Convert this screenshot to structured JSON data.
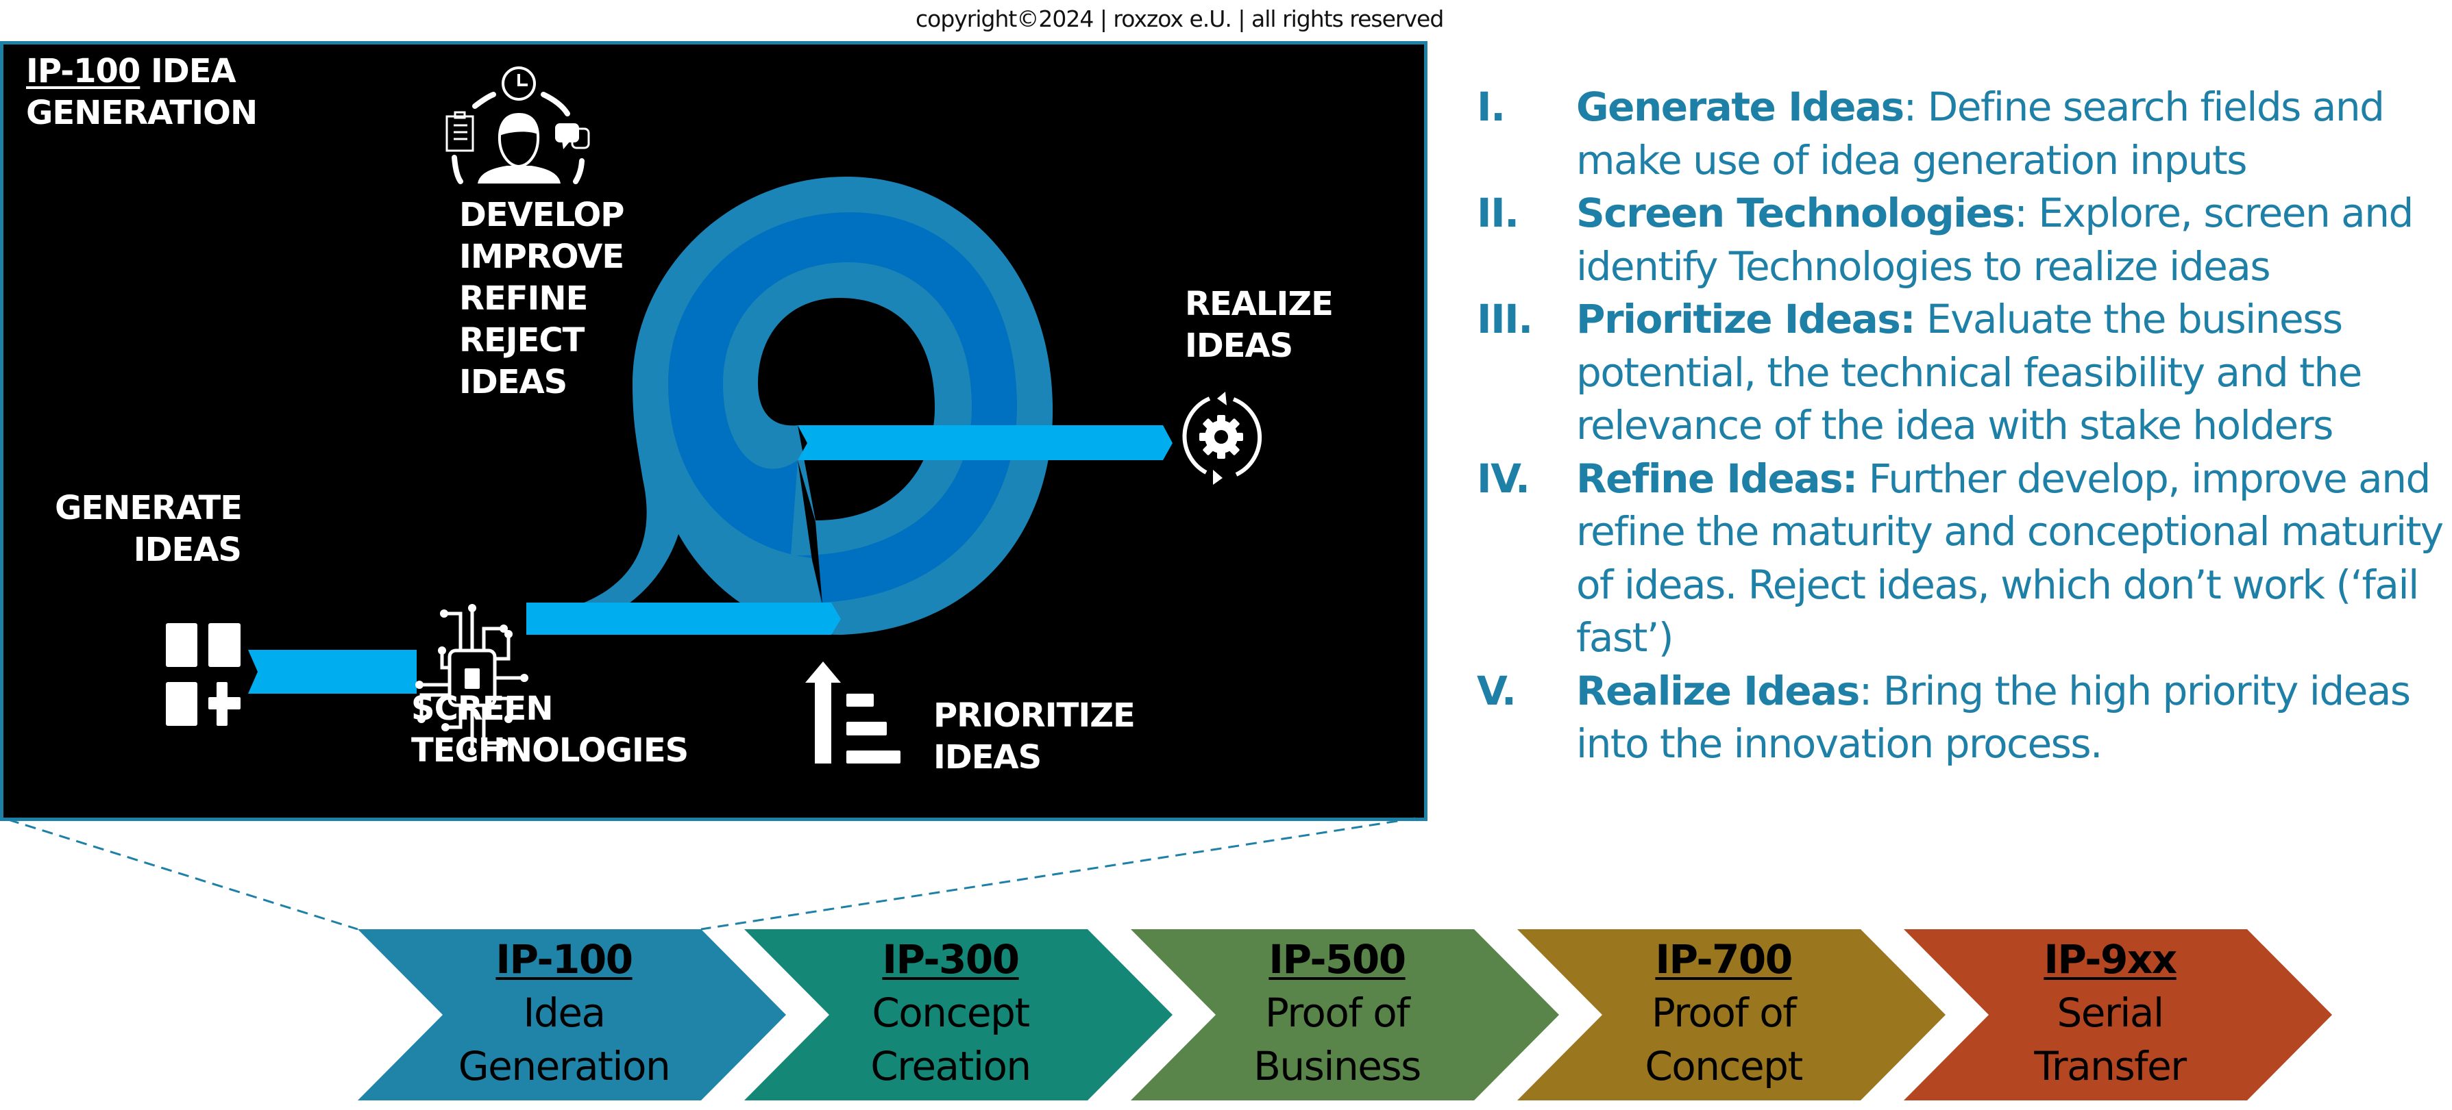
{
  "copyright": "copyright©2024 | roxzox e.U. | all rights reserved",
  "panel": {
    "title_code": "IP-100",
    "title_rest": "IDEA",
    "title_line2": "GENERATION",
    "steps": {
      "develop": [
        "DEVELOP",
        "IMPROVE",
        "REFINE",
        "REJECT",
        "IDEAS"
      ],
      "realize": [
        "REALIZE",
        "IDEAS"
      ],
      "generate": [
        "GENERATE",
        "IDEAS"
      ],
      "screen": [
        "SCREEN",
        "TECHNOLOGIES"
      ],
      "prioritize": [
        "PRIORITIZE",
        "IDEAS"
      ]
    },
    "icons": {
      "develop": "person-cycle-icon",
      "realize": "gear-cycle-icon",
      "generate": "add-grid-icon",
      "screen": "chip-icon",
      "prioritize": "priority-arrow-icon"
    },
    "colors": {
      "border": "#1f80a7",
      "arrow": "#00aeef",
      "spiral_light": "#1b85b8",
      "spiral_dark": "#0070c0"
    }
  },
  "list": {
    "color": "#1f80a7",
    "items": [
      {
        "num": "I.",
        "label": "Generate Ideas",
        "sep": ": ",
        "text": "Define search fields and make use of  idea generation inputs"
      },
      {
        "num": "II.",
        "label": "Screen Technologies",
        "sep": ": ",
        "text": "Explore, screen and identify Technologies to realize ideas"
      },
      {
        "num": "III.",
        "label": "Prioritize Ideas:",
        "sep": " ",
        "text": "Evaluate the business potential, the technical feasibility and the relevance of the idea with stake holders"
      },
      {
        "num": "IV.",
        "label": "Refine Ideas:",
        "sep": " ",
        "text": "Further develop, improve and refine the maturity and conceptional maturity of ideas. Reject ideas, which don’t work (‘fail fast’)"
      },
      {
        "num": "V.",
        "label": "Realize Ideas",
        "sep": ":  ",
        "text": "Bring the high priority ideas into the innovation process."
      }
    ]
  },
  "process": [
    {
      "code": "IP-100",
      "line1": "Idea",
      "line2": "Generation",
      "color": "#1f84a7"
    },
    {
      "code": "IP-300",
      "line1": "Concept",
      "line2": "Creation",
      "color": "#158777"
    },
    {
      "code": "IP-500",
      "line1": "Proof of",
      "line2": "Business",
      "color": "#5a854a"
    },
    {
      "code": "IP-700",
      "line1": "Proof of",
      "line2": "Concept",
      "color": "#9a761f"
    },
    {
      "code": "IP-9xx",
      "line1": "Serial",
      "line2": "Transfer",
      "color": "#b54622"
    }
  ]
}
